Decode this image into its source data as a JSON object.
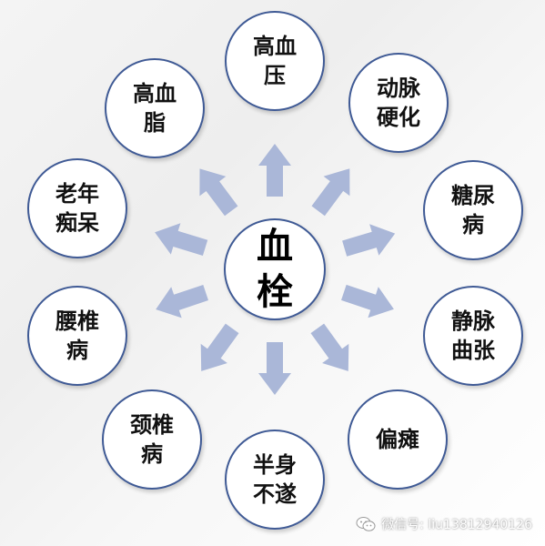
{
  "colors": {
    "circle_border": "#3f5a95",
    "arrow_fill": "#aab7d8",
    "text": "#111111"
  },
  "center": {
    "lines": [
      "血",
      "栓"
    ]
  },
  "nodes": [
    {
      "lines": [
        "高血",
        "压"
      ]
    },
    {
      "lines": [
        "动脉",
        "硬化"
      ]
    },
    {
      "lines": [
        "糖尿",
        "病"
      ]
    },
    {
      "lines": [
        "静脉",
        "曲张"
      ]
    },
    {
      "lines": [
        "偏瘫"
      ]
    },
    {
      "lines": [
        "半身",
        "不遂"
      ]
    },
    {
      "lines": [
        "颈椎",
        "病"
      ]
    },
    {
      "lines": [
        "腰椎",
        "病"
      ]
    },
    {
      "lines": [
        "老年",
        "痴呆"
      ]
    },
    {
      "lines": [
        "高血",
        "脂"
      ]
    }
  ],
  "watermark": {
    "icon": "wechat-icon",
    "text": "微信号: liu13812940126"
  }
}
